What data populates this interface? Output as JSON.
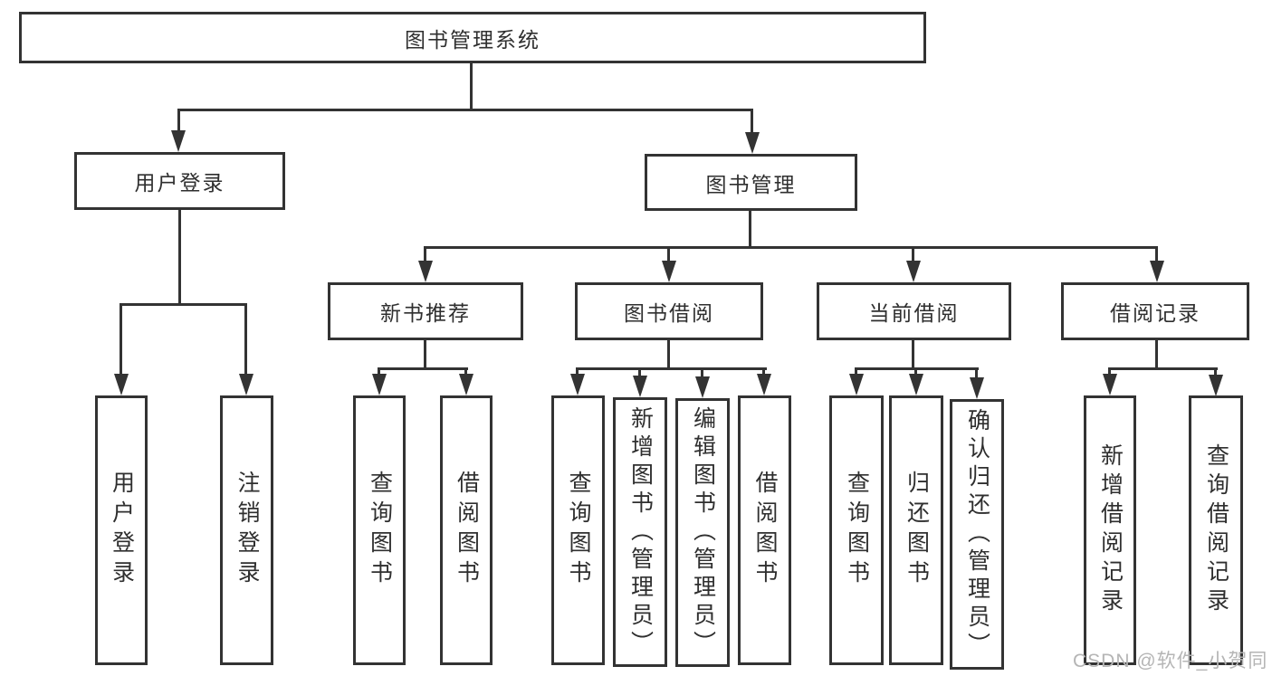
{
  "diagram_type": "function-structure-tree",
  "tree": {
    "label": "图书管理系统",
    "children": [
      {
        "label": "用户登录",
        "children": [
          {
            "label": "用户登录"
          },
          {
            "label": "注销登录"
          }
        ]
      },
      {
        "label": "图书管理",
        "children": [
          {
            "label": "新书推荐",
            "children": [
              {
                "label": "查询图书"
              },
              {
                "label": "借阅图书"
              }
            ]
          },
          {
            "label": "图书借阅",
            "children": [
              {
                "label": "查询图书"
              },
              {
                "label": "新增图书（管理员）"
              },
              {
                "label": "编辑图书（管理员）"
              },
              {
                "label": "借阅图书"
              }
            ]
          },
          {
            "label": "当前借阅",
            "children": [
              {
                "label": "查询图书"
              },
              {
                "label": "归还图书"
              },
              {
                "label": "确认归还（管理员）"
              }
            ]
          },
          {
            "label": "借阅记录",
            "children": [
              {
                "label": "新增借阅记录"
              },
              {
                "label": "查询借阅记录"
              }
            ]
          }
        ]
      }
    ]
  },
  "watermark": "CSDN @软件_小贺同学",
  "colors": {
    "line": "#333333",
    "box_border": "#333333",
    "text": "#2f2f2f",
    "watermark": "#b5b5b5",
    "background": "#ffffff"
  }
}
